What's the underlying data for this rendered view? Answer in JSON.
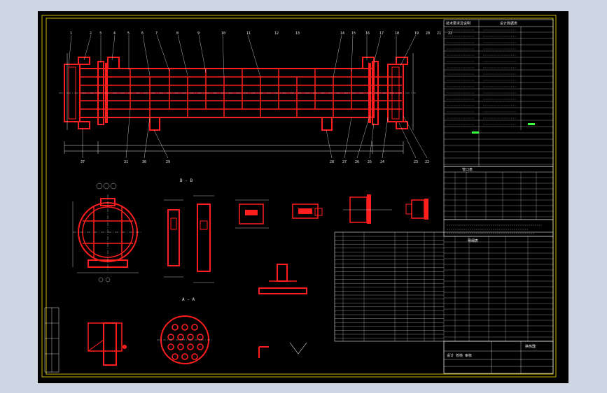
{
  "balloons_top": [
    "1",
    "2",
    "3",
    "4",
    "5",
    "6",
    "7",
    "8",
    "9",
    "10",
    "11",
    "12",
    "13",
    "14",
    "15",
    "16",
    "17",
    "18",
    "19",
    "20",
    "21",
    "22"
  ],
  "balloons_bottom": [
    "37",
    "31",
    "30",
    "29",
    "28",
    "27",
    "26",
    "25",
    "24",
    "23",
    "22"
  ],
  "section_labels": {
    "b_b": "B - B",
    "a_a": "A - A"
  },
  "title_block_header": {
    "left": "技术要求及说明",
    "right": "设计数据表"
  },
  "block_titles": {
    "nozzle_table": "管口表",
    "parts_list": "明细表",
    "signature": "换热器"
  },
  "stamp_text": "设计 校核 审核",
  "colors": {
    "background": "#000000",
    "frame": "#c8b400",
    "equipment": "#ff1e1e",
    "dimension": "#e8e8e8",
    "highlight": "#3cff3c",
    "page": "#cfd6e3"
  }
}
